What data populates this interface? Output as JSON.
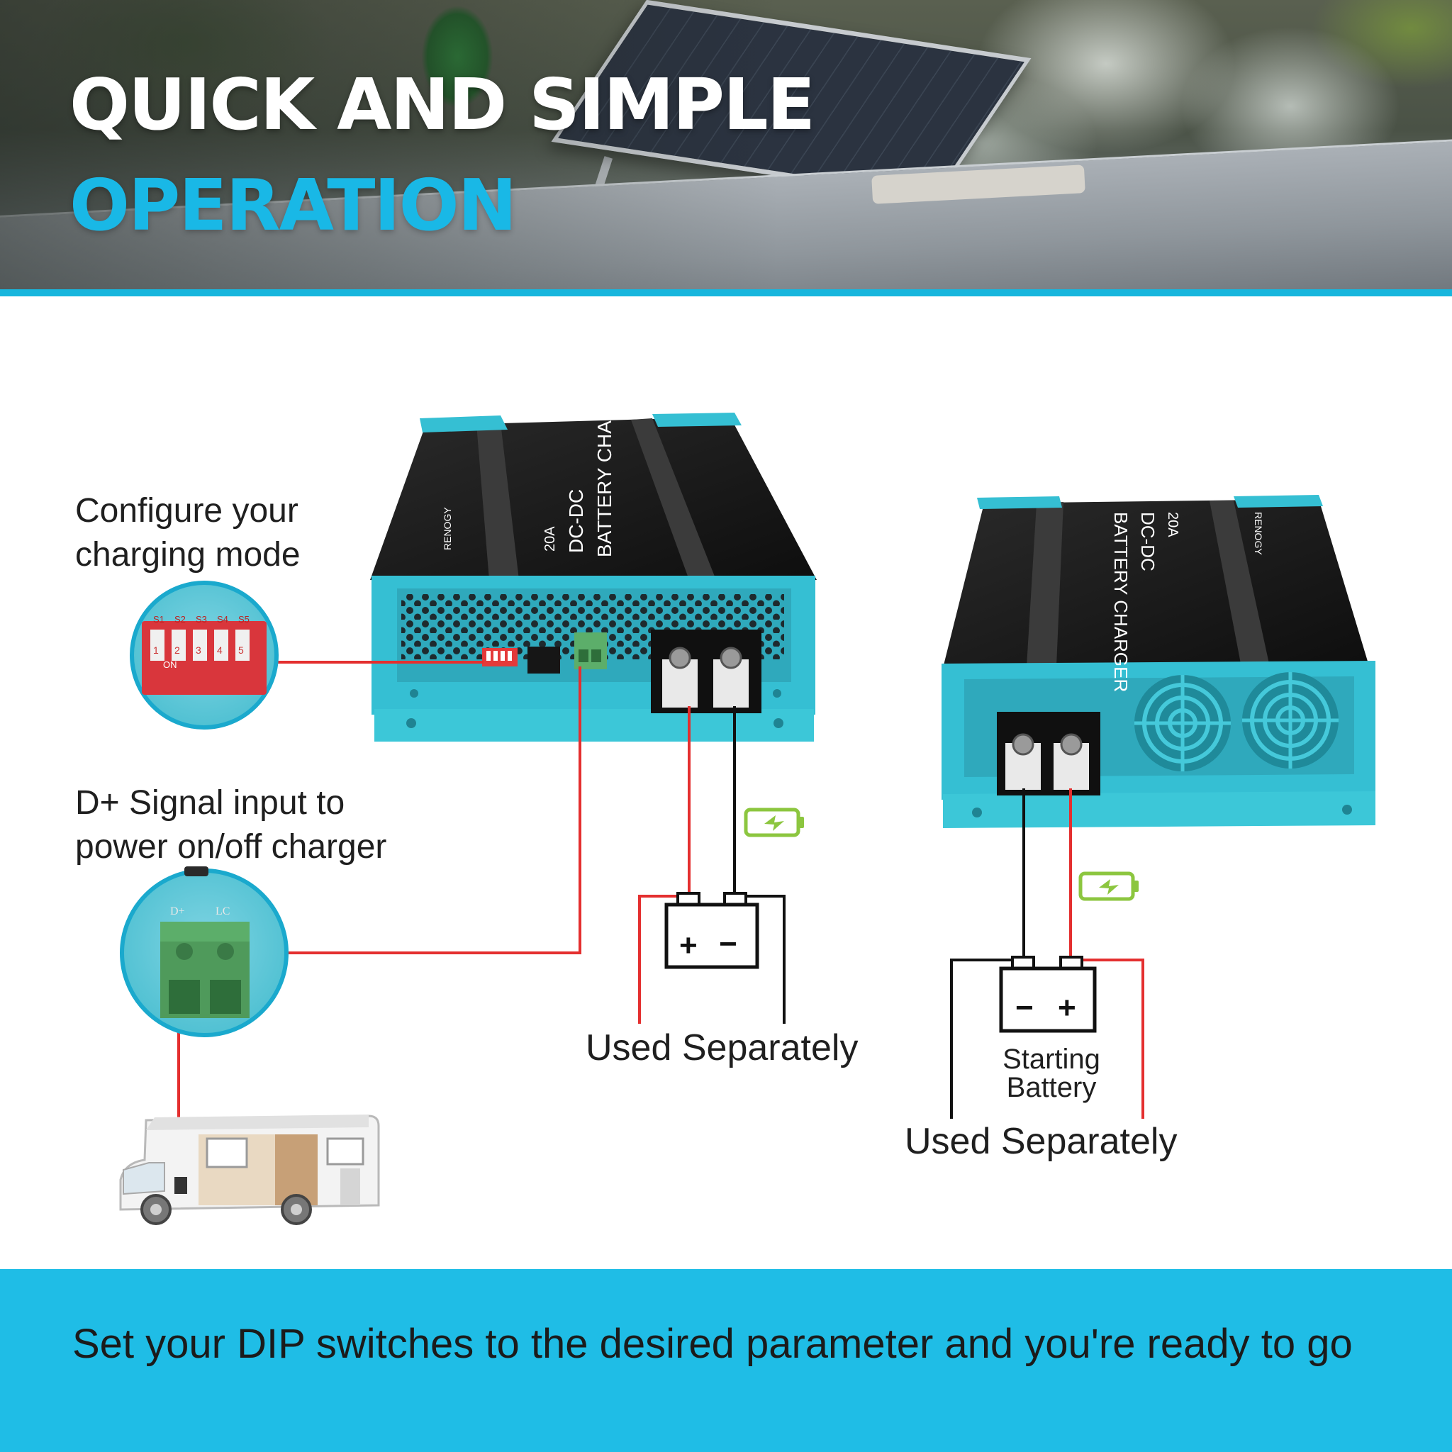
{
  "header": {
    "title_line1": "QUICK AND SIMPLE",
    "title_line2": "OPERATION"
  },
  "callouts": {
    "charging_mode_line1": "Configure your",
    "charging_mode_line2": "charging mode",
    "d_signal_line1": "D+ Signal input to",
    "d_signal_line2": "power on/off charger"
  },
  "dip_switch": {
    "labels": [
      "S1",
      "S2",
      "S3",
      "S4",
      "S5"
    ],
    "numbers": [
      "1",
      "2",
      "3",
      "4",
      "5"
    ],
    "on_text": "ON"
  },
  "terminal": {
    "left_label": "D+",
    "right_label": "LC"
  },
  "charger_front": {
    "brand": "RENOGY",
    "rating": "20A",
    "line1": "DC-DC",
    "line2": "BATTERY CHARGER"
  },
  "charger_rear": {
    "brand": "RENOGY",
    "rating": "20A",
    "line1": "DC-DC",
    "line2": "BATTERY CHARGER"
  },
  "battery_1": {
    "terminal_left": "+",
    "terminal_right": "−",
    "caption": "Used Separately"
  },
  "battery_2": {
    "terminal_left": "−",
    "terminal_right": "+",
    "name": "Starting Battery",
    "caption": "Used Separately"
  },
  "footer": {
    "text": "Set your DIP switches to the desired parameter and you're ready to go"
  },
  "colors": {
    "accent_cyan": "#1fbde6",
    "title_cyan": "#19b8e6",
    "charger_teal": "#35bfd3",
    "wire_red": "#e42f2f",
    "battery_green": "#8cc63f"
  },
  "icons": [
    "battery-charging-icon",
    "car-battery-icon",
    "motorhome-icon",
    "dip-switch-icon",
    "terminal-block-icon"
  ]
}
